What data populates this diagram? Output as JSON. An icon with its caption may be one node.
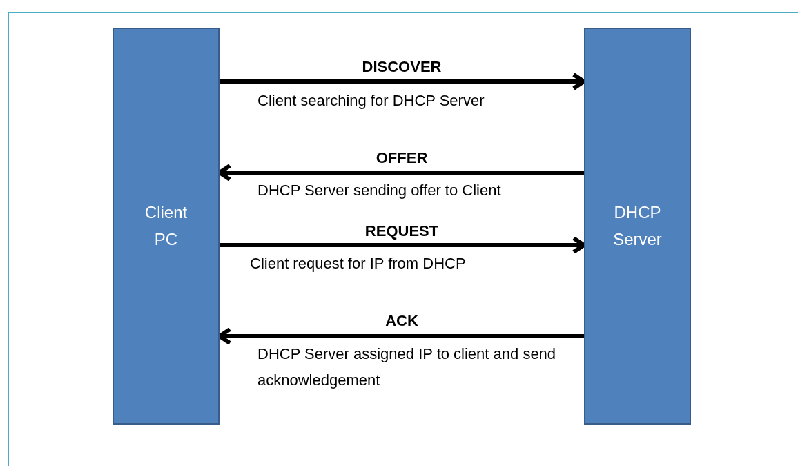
{
  "diagram": {
    "nodes": [
      {
        "text": [
          "Client PC"
        ]
      },
      {
        "text": [
          "DHCP Server"
        ]
      }
    ],
    "edges": [
      {
        "from": 0,
        "to": 1,
        "arrow": "to",
        "label": "DISCOVER"
      },
      {
        "from": 1,
        "to": 0,
        "arrow": "to",
        "label": "OFFER"
      },
      {
        "from": 0,
        "to": 1,
        "arrow": "to",
        "label": "REQUEST"
      },
      {
        "from": 1,
        "to": 0,
        "arrow": "to",
        "label": "ACK"
      }
    ],
    "labels": [
      "Client searching for DHCP Server",
      "DHCP Server sending offer to Client",
      "Client request for IP from DHCP",
      "DHCP Server assigned IP to client and send acknowledgement"
    ]
  }
}
